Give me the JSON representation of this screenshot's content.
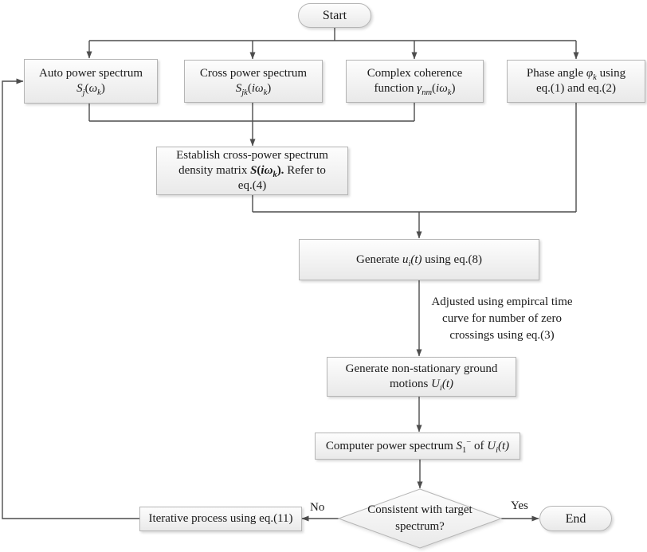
{
  "diagram": {
    "colors": {
      "background": "#ffffff",
      "line": "#4d4d4d",
      "node_border": "#b5b5b5",
      "node_fill_top": "#fdfdfd",
      "node_fill_bottom": "#e9e9e9",
      "text": "#1a1a1a"
    },
    "nodes": {
      "start": {
        "lines": [
          [
            {
              "t": "Start"
            }
          ]
        ]
      },
      "auto_power": {
        "lines": [
          [
            {
              "t": "Auto power spectrum"
            }
          ],
          [
            {
              "t": "S",
              "i": 1
            },
            {
              "t": "j",
              "i": 1,
              "sub": 1
            },
            {
              "t": "("
            },
            {
              "t": "ω",
              "i": 1
            },
            {
              "t": "k",
              "i": 1,
              "sub": 1
            },
            {
              "t": ")"
            }
          ]
        ]
      },
      "cross_power": {
        "lines": [
          [
            {
              "t": "Cross power spectrum"
            }
          ],
          [
            {
              "t": "S",
              "i": 1
            },
            {
              "t": "jk",
              "i": 1,
              "sub": 1
            },
            {
              "t": "("
            },
            {
              "t": "iω",
              "i": 1
            },
            {
              "t": "k",
              "i": 1,
              "sub": 1
            },
            {
              "t": ")"
            }
          ]
        ]
      },
      "coherence": {
        "lines": [
          [
            {
              "t": "Complex coherence"
            }
          ],
          [
            {
              "t": "function "
            },
            {
              "t": "γ",
              "i": 1
            },
            {
              "t": "nm",
              "i": 1,
              "sub": 1
            },
            {
              "t": "("
            },
            {
              "t": "iω",
              "i": 1
            },
            {
              "t": "k",
              "i": 1,
              "sub": 1
            },
            {
              "t": ")"
            }
          ]
        ]
      },
      "phase_angle": {
        "lines": [
          [
            {
              "t": "Phase angle "
            },
            {
              "t": "φ",
              "i": 1
            },
            {
              "t": "k",
              "i": 1,
              "sub": 1
            },
            {
              "t": " using"
            }
          ],
          [
            {
              "t": "eq.(1) and eq.(2)"
            }
          ]
        ]
      },
      "establish": {
        "lines": [
          [
            {
              "t": "Establish cross-power spectrum"
            }
          ],
          [
            {
              "t": "density matrix "
            },
            {
              "t": "S",
              "i": 1,
              "b": 1
            },
            {
              "t": "(",
              "b": 1
            },
            {
              "t": "iω",
              "i": 1,
              "b": 1
            },
            {
              "t": "k",
              "i": 1,
              "b": 1,
              "sub": 1
            },
            {
              "t": ").",
              "b": 1
            },
            {
              "t": " Refer to"
            }
          ],
          [
            {
              "t": "eq.(4)"
            }
          ]
        ]
      },
      "generate_u": {
        "lines": [
          [
            {
              "t": "Generate "
            },
            {
              "t": "u",
              "i": 1
            },
            {
              "t": "i",
              "i": 1,
              "sub": 1
            },
            {
              "t": "(t)",
              "i": 1
            },
            {
              "t": " using eq.(8)"
            }
          ]
        ]
      },
      "annotation": {
        "lines": [
          [
            {
              "t": "Adjusted using empircal time"
            }
          ],
          [
            {
              "t": "curve for number of zero"
            }
          ],
          [
            {
              "t": "crossings using eq.(3)"
            }
          ]
        ]
      },
      "generate_nonstationary": {
        "lines": [
          [
            {
              "t": "Generate non-stationary ground"
            }
          ],
          [
            {
              "t": "motions "
            },
            {
              "t": "U",
              "i": 1
            },
            {
              "t": "i",
              "i": 1,
              "sub": 1
            },
            {
              "t": "(t)",
              "i": 1
            }
          ]
        ]
      },
      "compute_power": {
        "lines": [
          [
            {
              "t": "Computer power spectrum "
            },
            {
              "t": "S",
              "i": 1
            },
            {
              "t": "1",
              "sub": 1
            },
            {
              "t": "−",
              "sup": 1
            },
            {
              "t": " of "
            },
            {
              "t": "U",
              "i": 1
            },
            {
              "t": "i",
              "i": 1,
              "sub": 1
            },
            {
              "t": "(t)",
              "i": 1
            }
          ]
        ]
      },
      "decision": {
        "lines": [
          [
            {
              "t": "Consistent with target"
            }
          ],
          [
            {
              "t": "spectrum?"
            }
          ]
        ]
      },
      "iterative": {
        "lines": [
          [
            {
              "t": "Iterative process using eq.(11)"
            }
          ]
        ]
      },
      "end": {
        "lines": [
          [
            {
              "t": "End"
            }
          ]
        ]
      }
    },
    "edge_labels": {
      "no": "No",
      "yes": "Yes"
    }
  }
}
